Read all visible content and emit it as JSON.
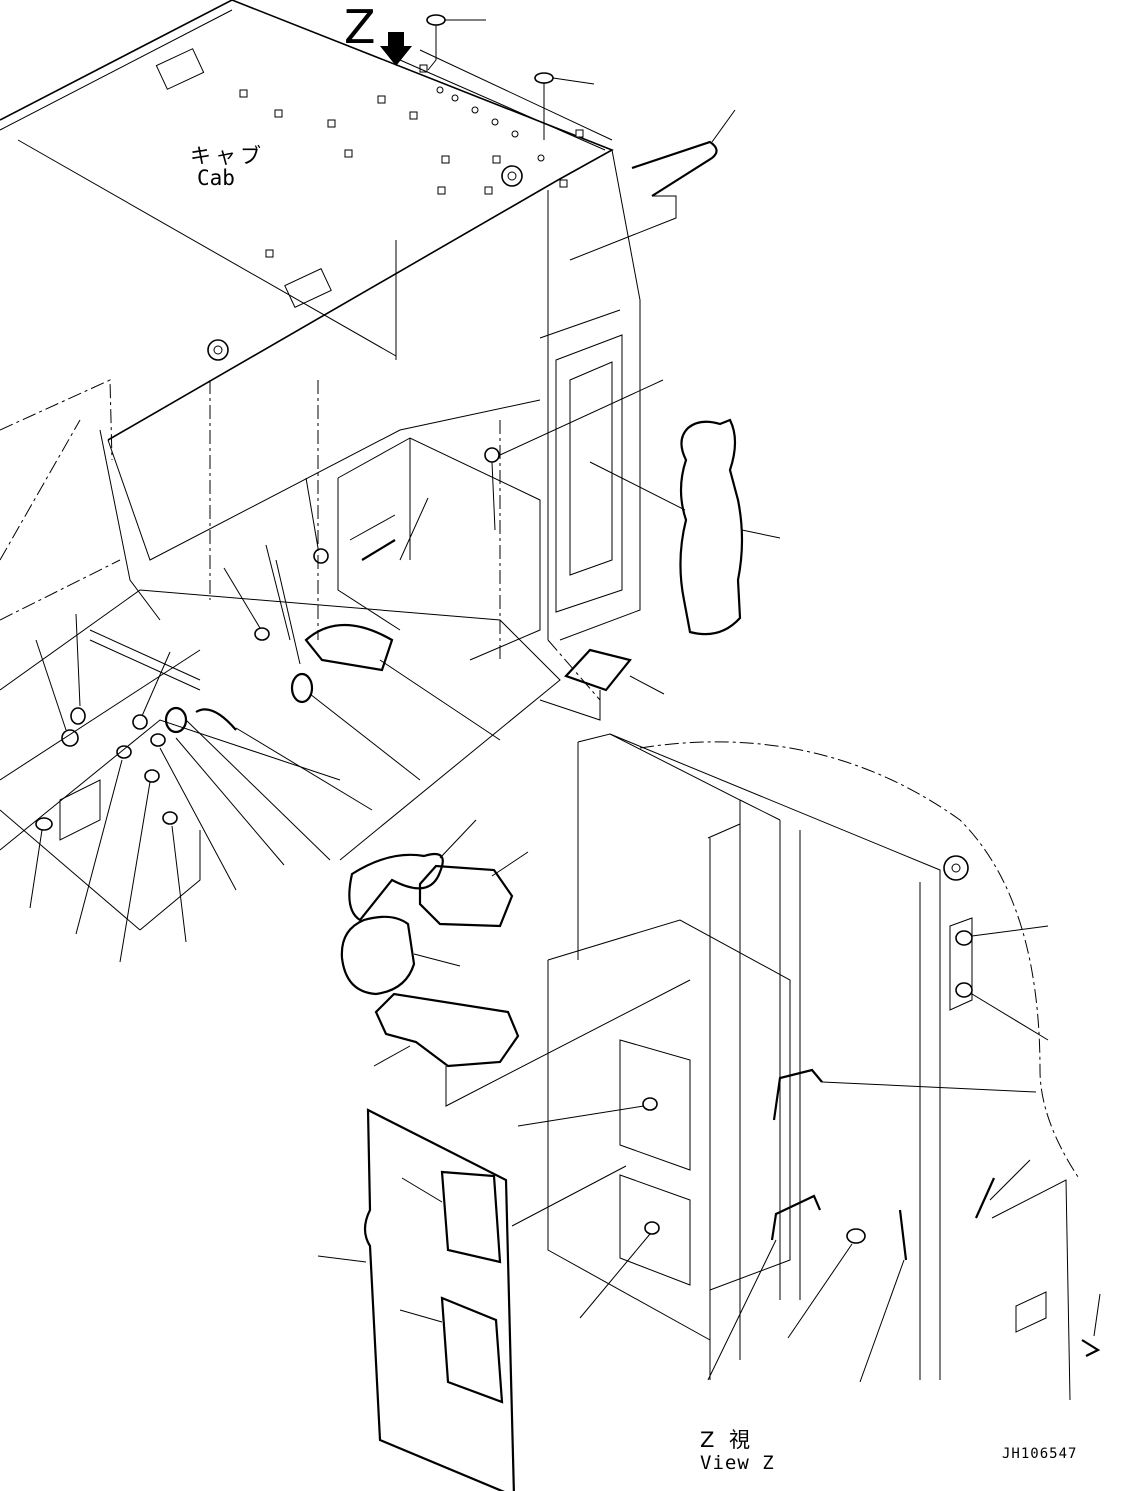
{
  "labels": {
    "cab_jp": "キャブ",
    "cab_en": "Cab",
    "view_marker": "Z",
    "view_z_jp": "Z  視",
    "view_z_en": "View Z",
    "drawing_no": "JH106547"
  },
  "icons": {
    "view_arrow": "down-arrow-icon"
  }
}
